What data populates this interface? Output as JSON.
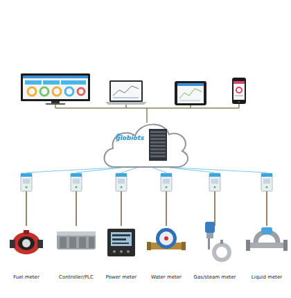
{
  "diagram": {
    "nodes": [
      {
        "text": [
          "globiots"
        ]
      },
      {
        "text": [
          "Fuel meter"
        ]
      },
      {
        "text": [
          "Controller/PLC"
        ]
      },
      {
        "text": [
          "Power meter"
        ]
      },
      {
        "text": [
          "Water meter"
        ]
      },
      {
        "text": [
          "Gas/steam meter"
        ]
      },
      {
        "text": [
          "Liquid meter"
        ]
      }
    ],
    "edges": [
      {
        "from": 0,
        "to": 1,
        "arrow": "none"
      },
      {
        "from": 0,
        "to": 2,
        "arrow": "none"
      },
      {
        "from": 0,
        "to": 3,
        "arrow": "none"
      },
      {
        "from": 0,
        "to": 4,
        "arrow": "none"
      },
      {
        "from": 0,
        "to": 5,
        "arrow": "none"
      },
      {
        "from": 0,
        "to": 6,
        "arrow": "none"
      }
    ]
  }
}
